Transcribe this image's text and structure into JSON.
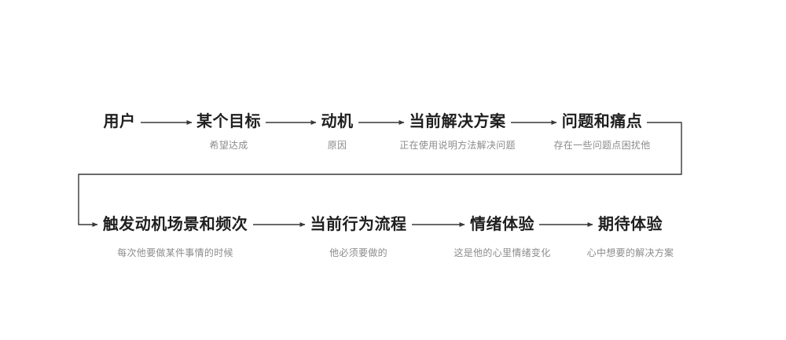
{
  "colors": {
    "title": "#1f1f1f",
    "subtitle": "#8c8c8c",
    "line": "#383838",
    "background": "#ffffff"
  },
  "diagram": {
    "description_type": "user-journey-flow",
    "rows": [
      {
        "nodes": [
          {
            "title": "用户",
            "subtitle": ""
          },
          {
            "title": "某个目标",
            "subtitle": "希望达成"
          },
          {
            "title": "动机",
            "subtitle": "原因"
          },
          {
            "title": "当前解决方案",
            "subtitle": "正在使用说明方法解决问题"
          },
          {
            "title": "问题和痛点",
            "subtitle": "存在一些问题点困扰他"
          }
        ]
      },
      {
        "nodes": [
          {
            "title": "触发动机场景和频次",
            "subtitle": "每次他要做某件事情的时候"
          },
          {
            "title": "当前行为流程",
            "subtitle": "他必须要做的"
          },
          {
            "title": "情绪体验",
            "subtitle": "这是他的心里情绪变化"
          },
          {
            "title": "期待体验",
            "subtitle": "心中想要的解决方案"
          }
        ]
      }
    ]
  }
}
